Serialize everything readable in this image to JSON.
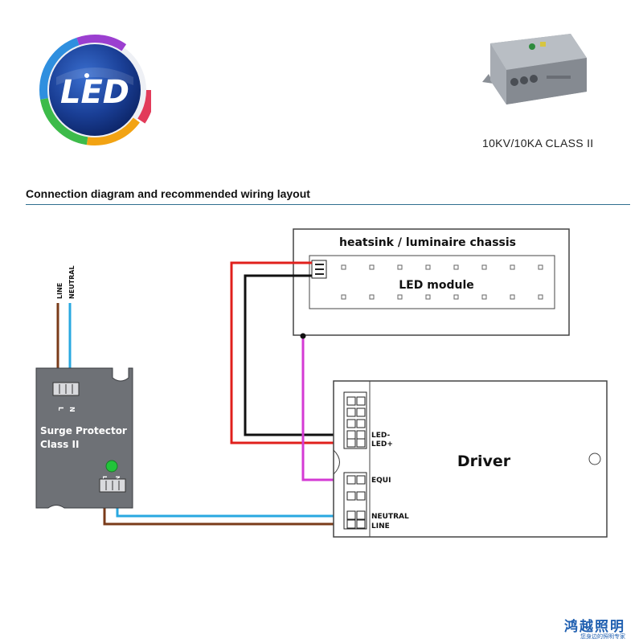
{
  "logo": {
    "text": "LED"
  },
  "product": {
    "caption": "10KV/10KA CLASS II"
  },
  "section": {
    "heading": "Connection diagram and recommended wiring layout"
  },
  "diagram": {
    "chassis_label": "heatsink / luminaire chassis",
    "module_label": "LED module",
    "input_labels": {
      "line": "LINE",
      "neutral": "NEUTRAL"
    },
    "surge_protector": {
      "title_line1": "Surge Protector",
      "title_line2": "Class II",
      "in_terminals": {
        "left": "L",
        "right": "N"
      },
      "out_terminals": {
        "left": "Lo",
        "right": "No"
      }
    },
    "driver": {
      "title": "Driver",
      "terminal_labels": {
        "led_minus": "LED-",
        "led_plus": "LED+",
        "equi": "EQUI",
        "neutral": "NEUTRAL",
        "line": "LINE"
      }
    },
    "wire_colors": {
      "line": "#7a3b1a",
      "neutral": "#29a8e0",
      "led_plus": "#e0201c",
      "led_minus": "#111111",
      "equi": "#d43ad4"
    },
    "indicator_color": "#22c43a"
  },
  "brand": {
    "name": "鸿越照明",
    "tagline": "您身边的照明专家"
  }
}
